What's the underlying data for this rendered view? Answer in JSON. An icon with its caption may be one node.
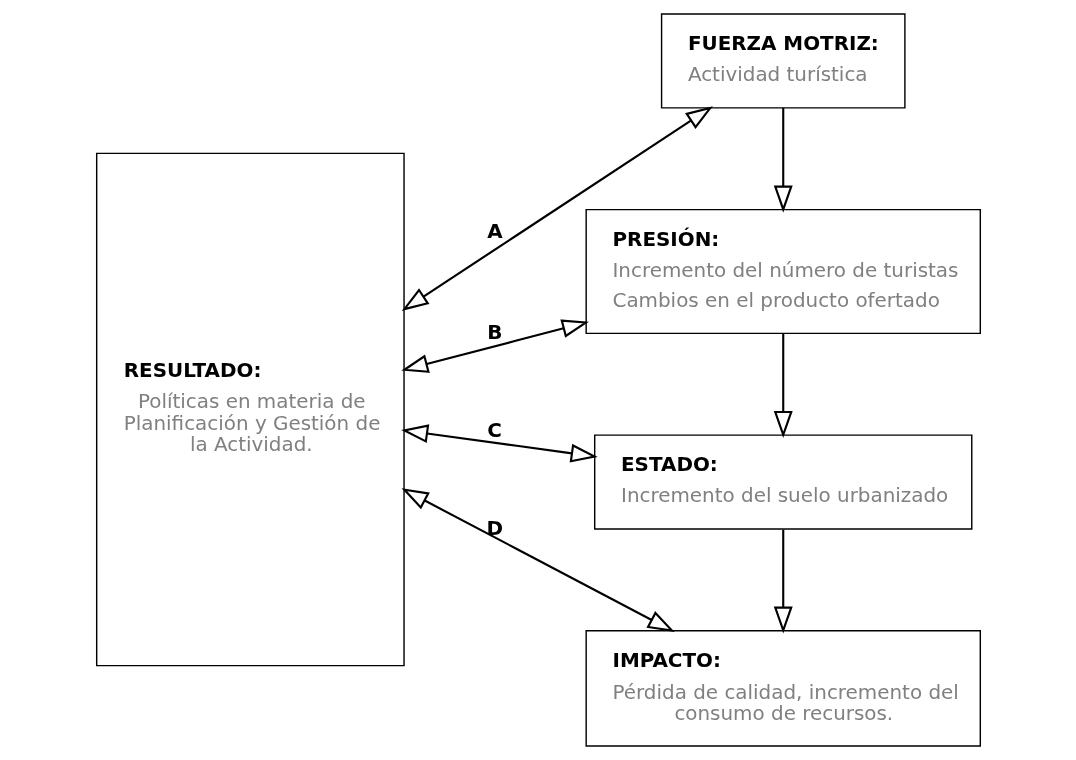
{
  "diagram": {
    "nodes": [
      {
        "text": [
          "RESULTADO:",
          "Políticas en materia de Planificación y Gestión de la Actividad."
        ]
      },
      {
        "text": [
          "FUERZA MOTRIZ:",
          "Actividad turística"
        ]
      },
      {
        "text": [
          "PRESIÓN:",
          "Incremento del número de turistas",
          "Cambios en el producto ofertado"
        ]
      },
      {
        "text": [
          "ESTADO:",
          "Incremento del suelo urbanizado"
        ]
      },
      {
        "text": [
          "IMPACTO:",
          "Pérdida de calidad, incremento del consumo de recursos."
        ]
      }
    ],
    "edges": [
      {
        "from": 0,
        "to": 1,
        "arrow": "both",
        "label": "A"
      },
      {
        "from": 0,
        "to": 2,
        "arrow": "both",
        "label": "B"
      },
      {
        "from": 0,
        "to": 3,
        "arrow": "both",
        "label": "C"
      },
      {
        "from": 0,
        "to": 4,
        "arrow": "both",
        "label": "D"
      },
      {
        "from": 1,
        "to": 2,
        "arrow": "to"
      },
      {
        "from": 2,
        "to": 3,
        "arrow": "to"
      },
      {
        "from": 3,
        "to": 4,
        "arrow": "to"
      }
    ]
  }
}
